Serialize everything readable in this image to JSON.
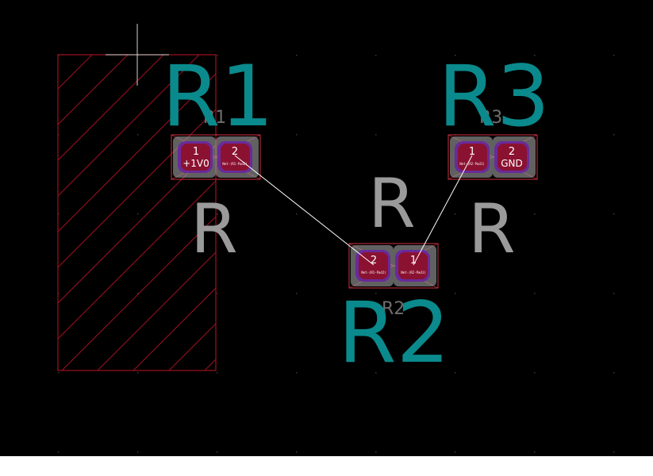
{
  "footprints": [
    {
      "ref": "R1",
      "value": "R",
      "pads": [
        {
          "number": "1",
          "net": "+1V0",
          "tiny": false
        },
        {
          "number": "2",
          "net": "Net-(R1-Pad2)",
          "tiny": true
        }
      ]
    },
    {
      "ref": "R2",
      "value": "R",
      "pads": [
        {
          "number": "2",
          "net": "Net-(R1-Pad2)",
          "tiny": true
        },
        {
          "number": "1",
          "net": "Net-(R2-Pad1)",
          "tiny": true
        }
      ]
    },
    {
      "ref": "R3",
      "value": "R",
      "pads": [
        {
          "number": "1",
          "net": "Net-(R2-Pad1)",
          "tiny": true
        },
        {
          "number": "2",
          "net": "GND",
          "tiny": false
        }
      ]
    }
  ],
  "colors": {
    "background": "#000000",
    "reference_text": "#0a8a8c",
    "value_text": "#9a9a9a",
    "pad_copper": "#8a1230",
    "ratsnest": "#ffffff",
    "keepout": "#a01020"
  }
}
